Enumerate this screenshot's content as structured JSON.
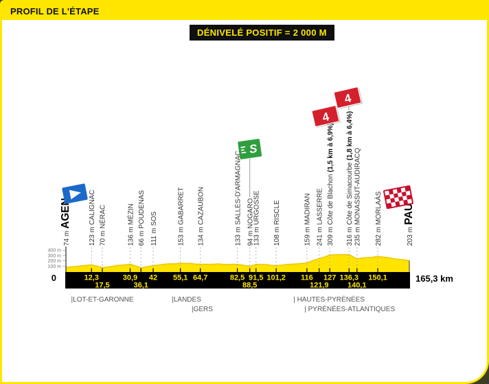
{
  "header": {
    "title": "PROFIL DE L'ÉTAPE"
  },
  "banner": {
    "text": "DÉNIVELÉ POSITIF = 2 000 M"
  },
  "colors": {
    "accent_yellow": "#ffe600",
    "profile_fill": "#ffe400",
    "profile_stroke": "#edc900",
    "axis_black": "#000000",
    "sprint_green": "#2f9e3f",
    "climb_red": "#d4202d",
    "start_blue": "#1b6ac9",
    "finish_red": "#c8102e"
  },
  "badges": {
    "cat4_label": "4",
    "sprint_label": "S"
  },
  "chart_data": {
    "type": "area",
    "title": "PROFIL DE L'ÉTAPE",
    "total_km": 165.3,
    "start_km_label": "0",
    "end_km_label": "165,3 km",
    "ylabel": "",
    "ylim_m": [
      0,
      450
    ],
    "y_ticks": [
      {
        "label": "400 m",
        "value": 400
      },
      {
        "label": "300 m",
        "value": 300
      },
      {
        "label": "200 m",
        "value": 200
      },
      {
        "label": "100 m",
        "value": 100
      }
    ],
    "waypoints": [
      {
        "km": 0,
        "km_label": "0",
        "elev": 74,
        "elev_label": "74 m",
        "name": "AGEN",
        "badge": "start",
        "axis_row": 0,
        "major": true
      },
      {
        "km": 12.3,
        "km_label": "12,3",
        "elev": 123,
        "elev_label": "123 m",
        "name": "CALIGNAC",
        "axis_row": 1
      },
      {
        "km": 17.5,
        "km_label": "17,5",
        "elev": 70,
        "elev_label": "70 m",
        "name": "NÉRAC",
        "axis_row": 2
      },
      {
        "km": 30.9,
        "km_label": "30,9",
        "elev": 136,
        "elev_label": "136 m",
        "name": "MÉZIN",
        "axis_row": 1
      },
      {
        "km": 36.1,
        "km_label": "36,1",
        "elev": 66,
        "elev_label": "66 m",
        "name": "POUDENAS",
        "axis_row": 2
      },
      {
        "km": 42,
        "km_label": "42",
        "elev": 111,
        "elev_label": "111 m",
        "name": "SOS",
        "axis_row": 1
      },
      {
        "km": 55.1,
        "km_label": "55,1",
        "elev": 153,
        "elev_label": "153 m",
        "name": "GABARRET",
        "axis_row": 1
      },
      {
        "km": 64.7,
        "km_label": "64,7",
        "elev": 134,
        "elev_label": "134 m",
        "name": "CAZAUBON",
        "axis_row": 1
      },
      {
        "km": 82.5,
        "km_label": "82,5",
        "elev": 133,
        "elev_label": "133 m",
        "name": "SALLES-D'ARMAGNAC",
        "axis_row": 1
      },
      {
        "km": 88.5,
        "km_label": "88,5",
        "elev": 94,
        "elev_label": "94 m",
        "name": "NOGARO",
        "badge": "sprint",
        "axis_row": 2
      },
      {
        "km": 91.5,
        "km_label": "91,5",
        "elev": 133,
        "elev_label": "133 m",
        "name": "URGOSSE",
        "axis_row": 1
      },
      {
        "km": 101.2,
        "km_label": "101,2",
        "elev": 108,
        "elev_label": "108 m",
        "name": "RISCLE",
        "axis_row": 1
      },
      {
        "km": 116,
        "km_label": "116",
        "elev": 159,
        "elev_label": "159 m",
        "name": "MADIRAN",
        "axis_row": 1
      },
      {
        "km": 121.9,
        "km_label": "121,9",
        "elev": 241,
        "elev_label": "241 m",
        "name": "LASSERRE",
        "axis_row": 2
      },
      {
        "km": 127,
        "km_label": "127",
        "elev": 309,
        "elev_label": "309 m",
        "name": "Côte de Blachon ",
        "bold_suffix": "(1,5 km à 6,9%)",
        "badge": "cat4",
        "axis_row": 1
      },
      {
        "km": 136.3,
        "km_label": "136,3",
        "elev": 316,
        "elev_label": "316 m",
        "name": "Côte de Simacourbe ",
        "bold_suffix": "(1,8 km à 6,4%)",
        "badge": "cat4",
        "axis_row": 1
      },
      {
        "km": 140.1,
        "km_label": "140,1",
        "elev": 235,
        "elev_label": "235 m",
        "name": "MONASSUT-AUDIRACQ",
        "axis_row": 2
      },
      {
        "km": 150.1,
        "km_label": "150,1",
        "elev": 282,
        "elev_label": "282 m",
        "name": "MORLAÀS",
        "axis_row": 1
      },
      {
        "km": 165.3,
        "km_label": "165,3 km",
        "elev": 203,
        "elev_label": "203 m",
        "name": "PAU",
        "badge": "finish",
        "axis_row": 0,
        "major": true
      }
    ],
    "departments": [
      {
        "name": "|LOT-ET-GARONNE",
        "km": 2.5,
        "row": 1
      },
      {
        "name": "|LANDES",
        "km": 51,
        "row": 1
      },
      {
        "name": "|GERS",
        "km": 60.5,
        "row": 2
      },
      {
        "name": "| HAUTES-PYRÉNÉES",
        "km": 109.5,
        "row": 1
      },
      {
        "name": "| PYRÉNÉES-ATLANTIQUES",
        "km": 114.8,
        "row": 2
      }
    ]
  }
}
